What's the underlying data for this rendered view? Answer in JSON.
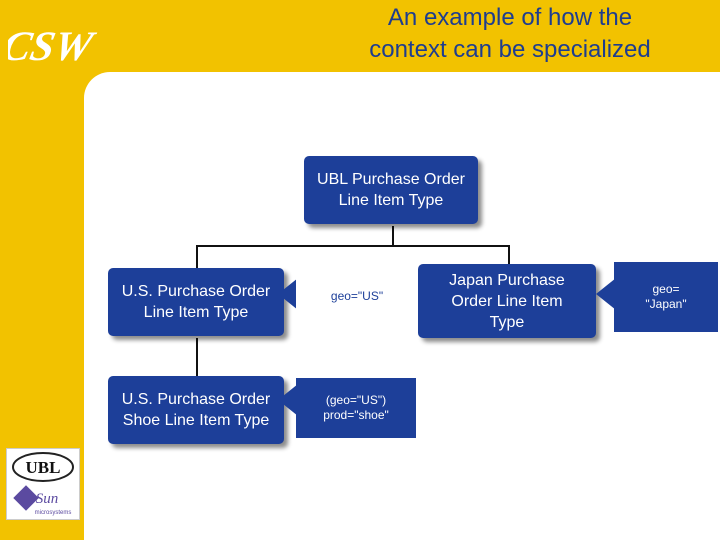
{
  "slide": {
    "logo_text": "CSW",
    "title_line1": "An example of how the",
    "title_line2": "context can be specialized"
  },
  "nodes": {
    "root": {
      "line1": "UBL Purchase Order",
      "line2": "Line Item Type"
    },
    "us": {
      "line1": "U.S. Purchase Order",
      "line2": "Line Item Type"
    },
    "us_shoe": {
      "line1": "U.S. Purchase Order",
      "line2": "Shoe Line Item Type"
    },
    "japan": {
      "line1": "Japan Purchase",
      "line2": "Order Line Item",
      "line3": "Type"
    }
  },
  "callouts": {
    "us": {
      "line1": "geo=\"US\""
    },
    "us_shoe": {
      "line1": "(geo=\"US\")",
      "line2": "prod=\"shoe\""
    },
    "japan": {
      "line1": "geo=",
      "line2": "\"Japan\""
    }
  },
  "badge": {
    "ubl": "UBL",
    "sun": "Sun",
    "sun_sub": "microsystems"
  },
  "colors": {
    "background": "#f2c200",
    "box": "#1d3f99",
    "title": "#1e3d8f"
  }
}
